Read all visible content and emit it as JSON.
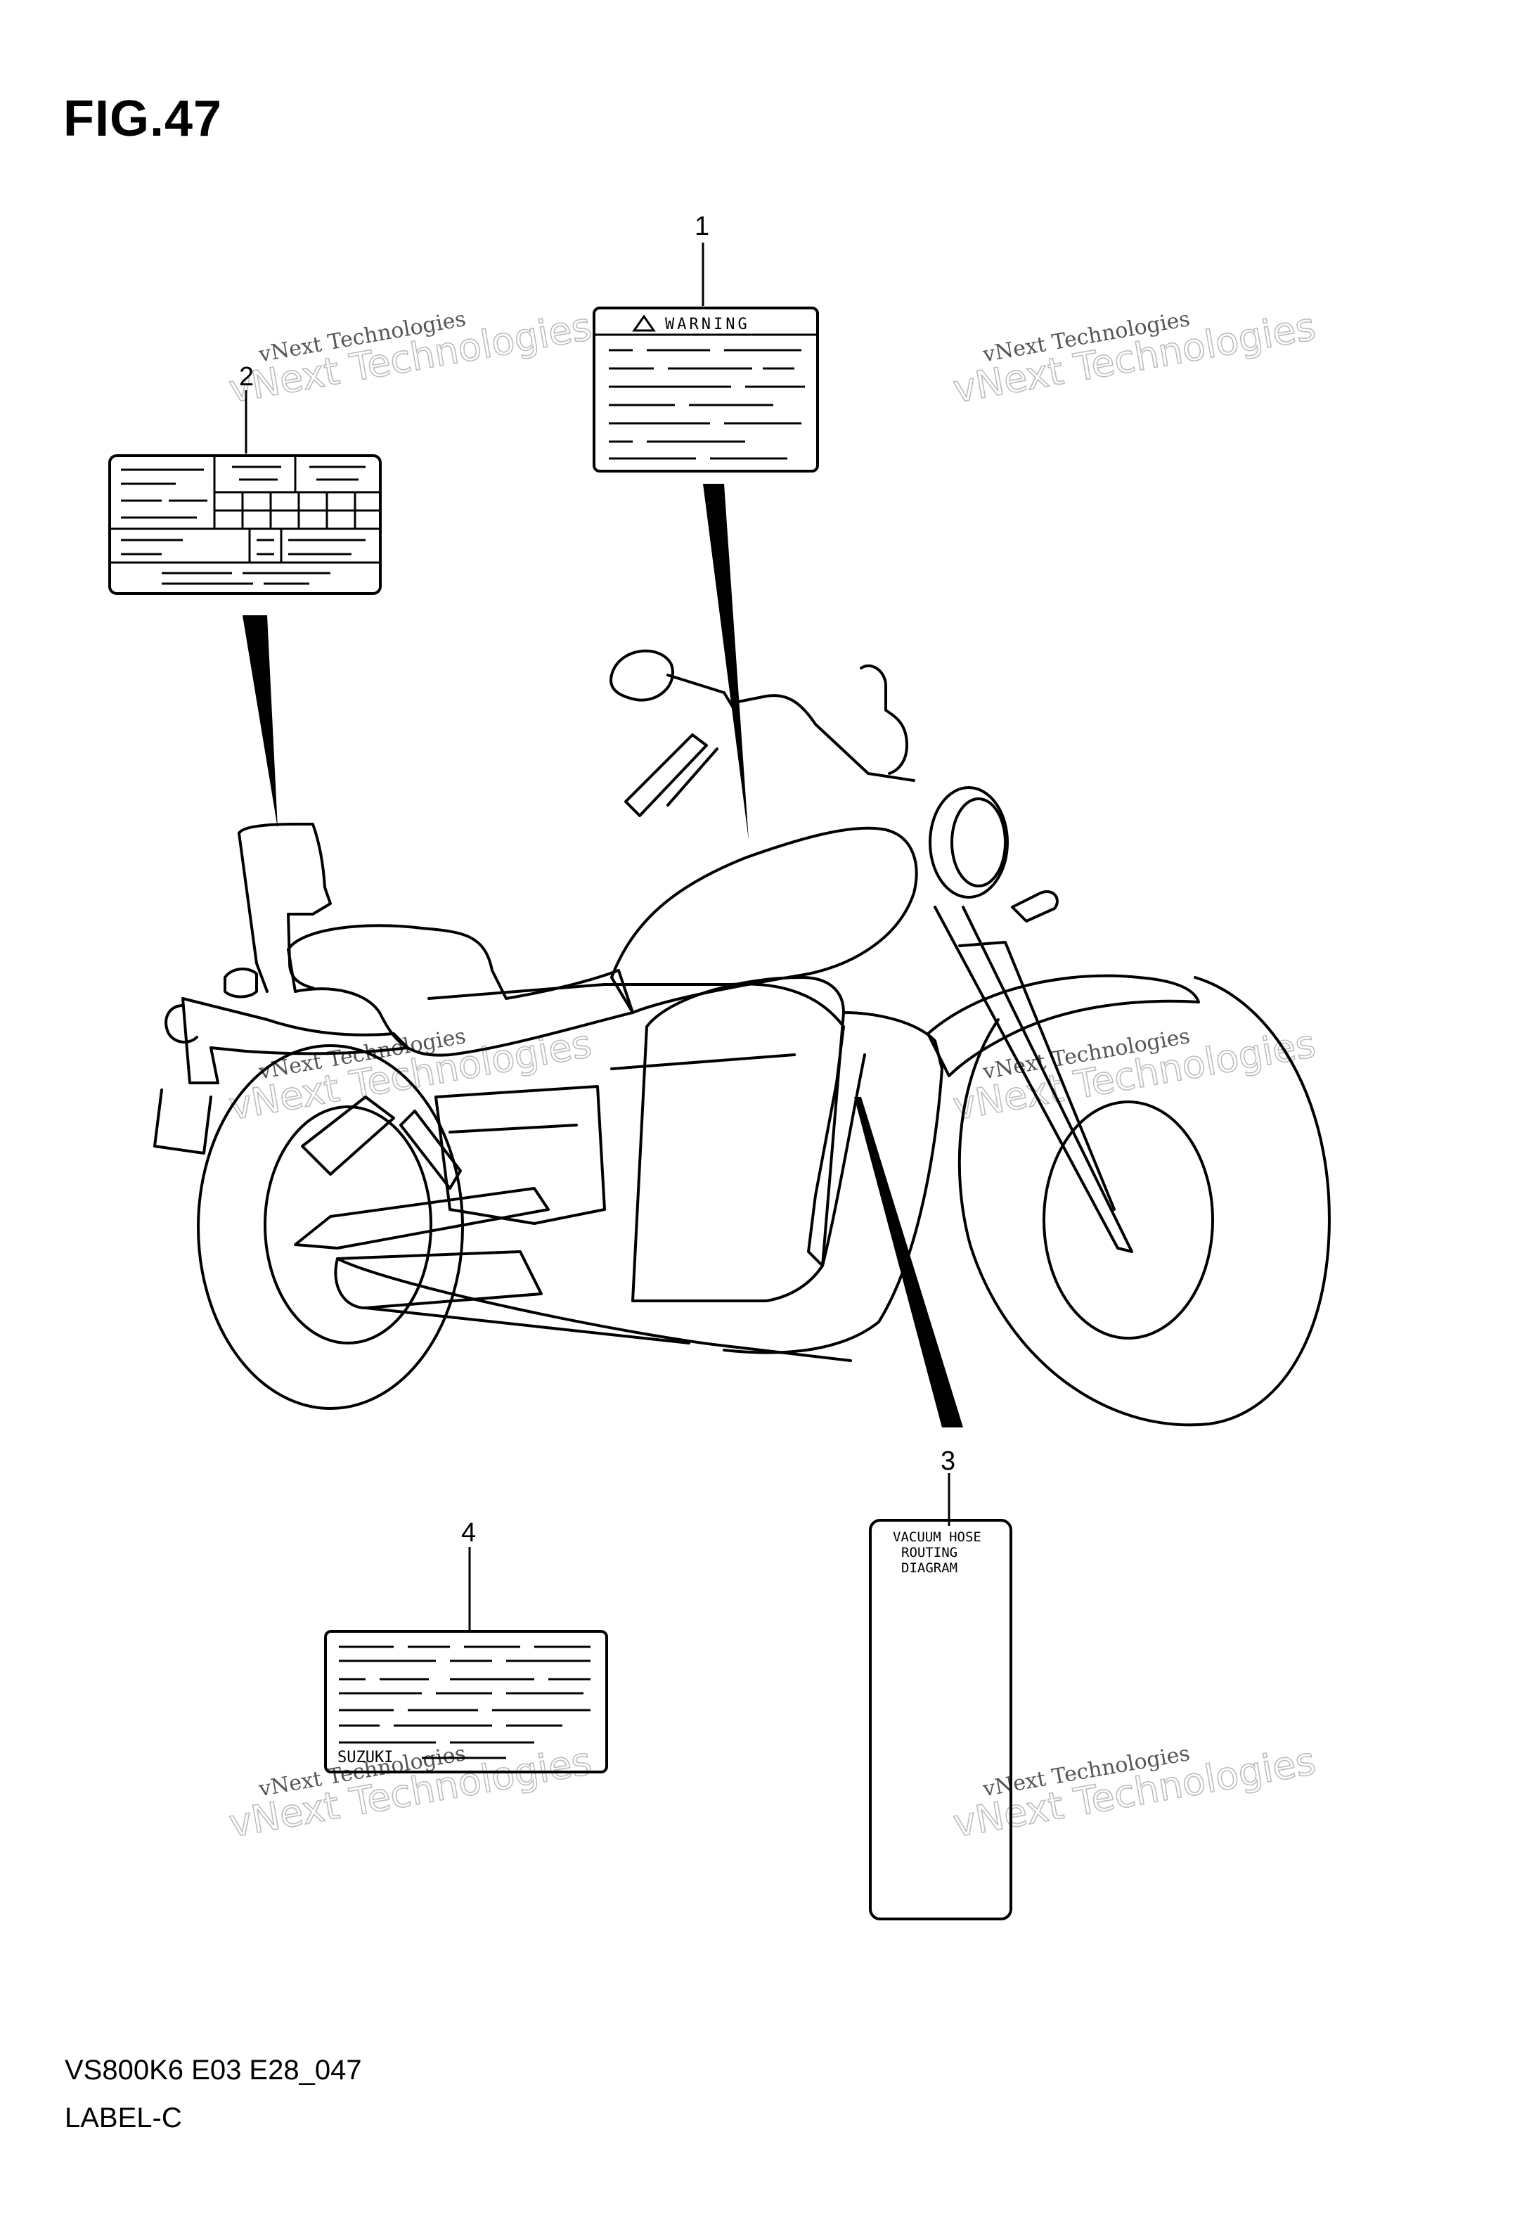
{
  "figure": {
    "title": "FIG.47",
    "code": "VS800K6 E03 E28_047",
    "name": "LABEL-C"
  },
  "callouts": [
    {
      "id": "1",
      "label": "1"
    },
    {
      "id": "2",
      "label": "2"
    },
    {
      "id": "3",
      "label": "3"
    },
    {
      "id": "4",
      "label": "4"
    }
  ],
  "labels": {
    "warning_heading": "WARNING",
    "vacuum_hose_lines": [
      "VACUUM HOSE",
      "ROUTING",
      "DIAGRAM"
    ],
    "brand_mark": "SUZUKI"
  },
  "watermark": {
    "line1": "vNext Technologies",
    "line2": "vNext Technologies"
  },
  "colors": {
    "ink": "#000000",
    "watermark_text": "#555555",
    "watermark_outline": "#bdbdbd",
    "background": "#ffffff"
  }
}
